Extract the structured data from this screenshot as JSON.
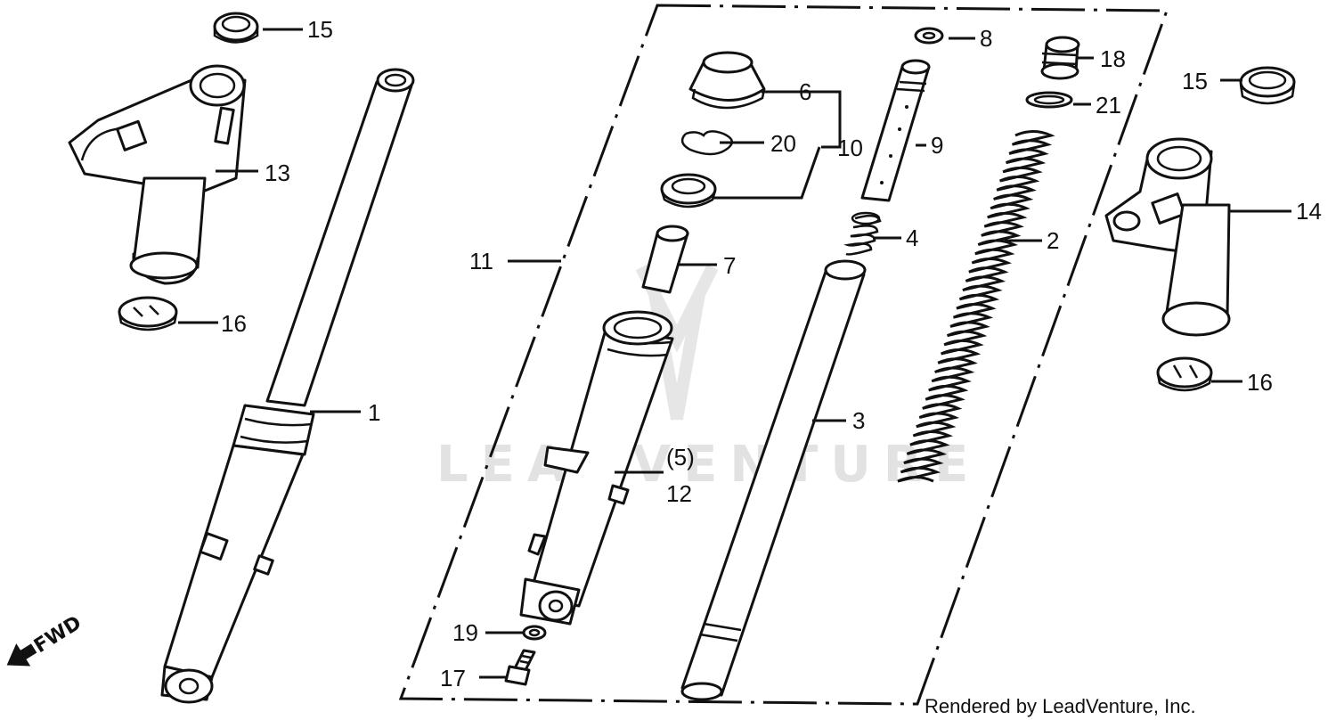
{
  "watermark": "LEADVENTURE",
  "footer": "Rendered by LeadVenture, Inc.",
  "fwd_label": "FWD",
  "callouts": {
    "c1": "1",
    "c2": "2",
    "c3": "3",
    "c4": "4",
    "c5": "(5)",
    "c6": "6",
    "c7": "7",
    "c8": "8",
    "c9": "9",
    "c10": "10",
    "c11": "11",
    "c12": "12",
    "c13": "13",
    "c14": "14",
    "c15a": "15",
    "c15b": "15",
    "c16a": "16",
    "c16b": "16",
    "c17": "17",
    "c18": "18",
    "c19": "19",
    "c20": "20",
    "c21": "21"
  }
}
